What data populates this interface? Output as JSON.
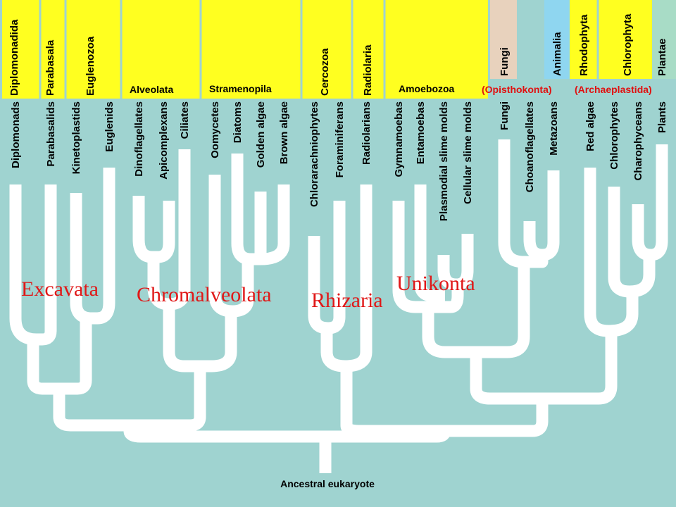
{
  "colors": {
    "background": "#9fd3d0",
    "branch": "#ffffff",
    "band_yellow": "#ffff20",
    "band_fungi": "#e8d2bd",
    "band_animalia": "#8fd6f0",
    "band_plantae": "#a8dcc6",
    "supergroup_text": "#e01818"
  },
  "groups": {
    "diplomonadida": "Diplomonadida",
    "parabasala": "Parabasala",
    "euglenozoa": "Euglenozoa",
    "alveolata": "Alveolata",
    "stramenopila": "Stramenopila",
    "cercozoa": "Cercozoa",
    "radiolaria": "Radiolaria",
    "amoebozoa": "Amoebozoa",
    "fungi": "Fungi",
    "animalia": "Animalia",
    "rhodophyta": "Rhodophyta",
    "chlorophyta": "Chlorophyta",
    "plantae": "Plantae"
  },
  "clades": {
    "opisthokonta": "(Opisthokonta)",
    "archaeplastida": "(Archaeplastida)"
  },
  "leaves": {
    "diplomonads": "Diplomonads",
    "parabasalids": "Parabasalids",
    "kinetoplastids": "Kinetoplastids",
    "euglenids": "Euglenids",
    "dinoflagellates": "Dinoflagellates",
    "apicomplexans": "Apicomplexans",
    "ciliates": "Ciliates",
    "oomycetes": "Oomycetes",
    "diatoms": "Diatoms",
    "golden_algae": "Golden algae",
    "brown_algae": "Brown algae",
    "chlorarachniophytes": "Chlorarachniophytes",
    "forams": "Foraminiferans",
    "radiolarians": "Radiolarians",
    "gymnamoebas": "Gymnamoebas",
    "entamoebas": "Entamoebas",
    "plasmodial": "Plasmodial slime molds",
    "cellular": "Cellular slime molds",
    "fungi": "Fungi",
    "choanoflagellates": "Choanoflagellates",
    "metazoans": "Metazoans",
    "red_algae": "Red algae",
    "chlorophytes": "Chlorophytes",
    "charophyceans": "Charophyceans",
    "plants": "Plants"
  },
  "supergroups": {
    "excavata": "Excavata",
    "chromalveolata": "Chromalveolata",
    "rhizaria": "Rhizaria",
    "unikonta": "Unikonta"
  },
  "root": "Ancestral eukaryote"
}
